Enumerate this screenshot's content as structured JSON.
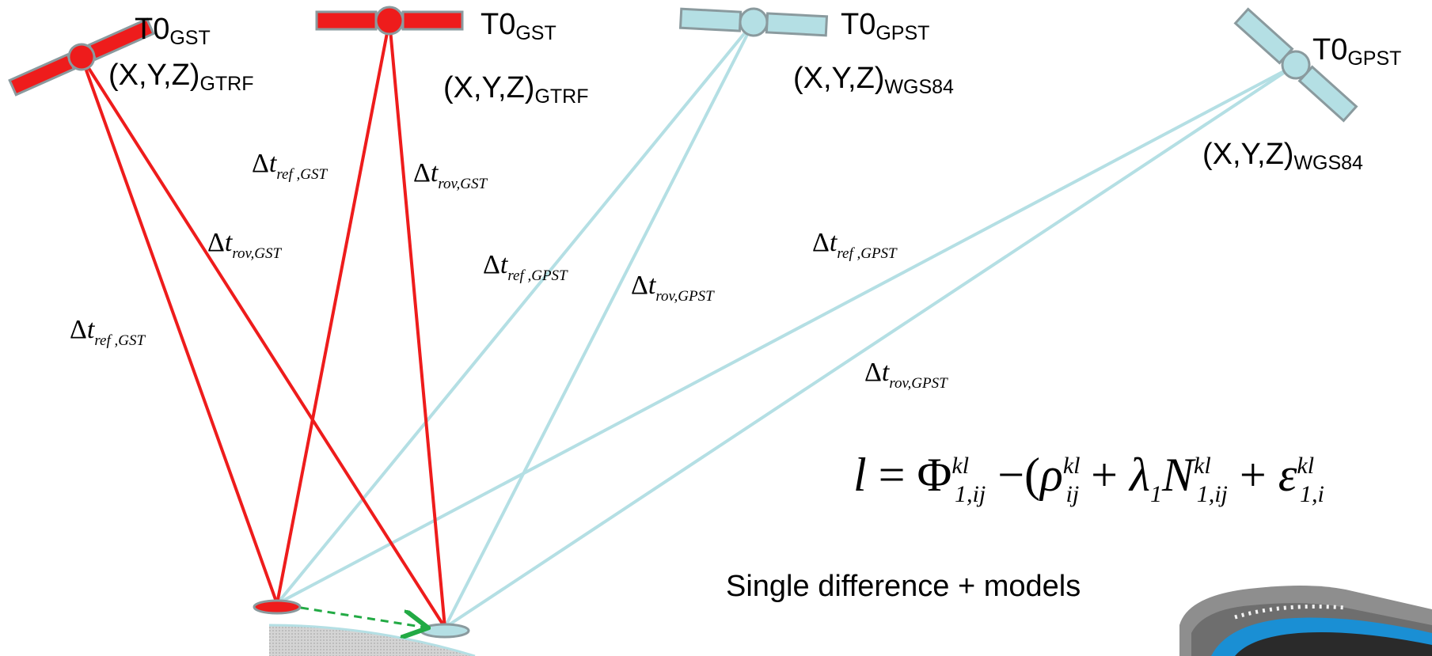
{
  "colors": {
    "gst_link": "#ee1c1c",
    "gpst_link": "#b4dfe4",
    "satellite_outline": "#8a9a9e",
    "arrow": "#22aa44"
  },
  "satellites": [
    {
      "system": "GST",
      "time_label": "T0",
      "time_sub": "GST",
      "frame_label": "(X,Y,Z)",
      "frame_sub": "GTRF"
    },
    {
      "system": "GST",
      "time_label": "T0",
      "time_sub": "GST",
      "frame_label": "(X,Y,Z)",
      "frame_sub": "GTRF"
    },
    {
      "system": "GPST",
      "time_label": "T0",
      "time_sub": "GPST",
      "frame_label": "(X,Y,Z)",
      "frame_sub": "WGS84"
    },
    {
      "system": "GPST",
      "time_label": "T0",
      "time_sub": "GPST",
      "frame_label": "(X,Y,Z)",
      "frame_sub": "WGS84"
    }
  ],
  "link_labels": [
    {
      "delta": "Δ",
      "var": "t",
      "sub": "ref ,GST"
    },
    {
      "delta": "Δ",
      "var": "t",
      "sub": "rov,GST"
    },
    {
      "delta": "Δ",
      "var": "t",
      "sub": "rov,GST"
    },
    {
      "delta": "Δ",
      "var": "t",
      "sub": "ref ,GST"
    },
    {
      "delta": "Δ",
      "var": "t",
      "sub": "ref ,GPST"
    },
    {
      "delta": "Δ",
      "var": "t",
      "sub": "rov,GPST"
    },
    {
      "delta": "Δ",
      "var": "t",
      "sub": "ref ,GPST"
    },
    {
      "delta": "Δ",
      "var": "t",
      "sub": "rov,GPST"
    }
  ],
  "formula": {
    "lhs": "l",
    "eq": " = Φ",
    "phi_sup": "kl",
    "phi_sub": "1,ij",
    "minus": " −(",
    "rho": "ρ",
    "rho_sup": "kl",
    "rho_sub": "ij",
    "plus1": " + ",
    "lambda": "λ",
    "lambda_sub": "1",
    "N": "N",
    "N_sup": "kl",
    "N_sub": "1,ij",
    "plus2": " + ",
    "eps": "ε",
    "eps_sup": "kl",
    "eps_sub": "1,i"
  },
  "caption": "Single difference + models"
}
